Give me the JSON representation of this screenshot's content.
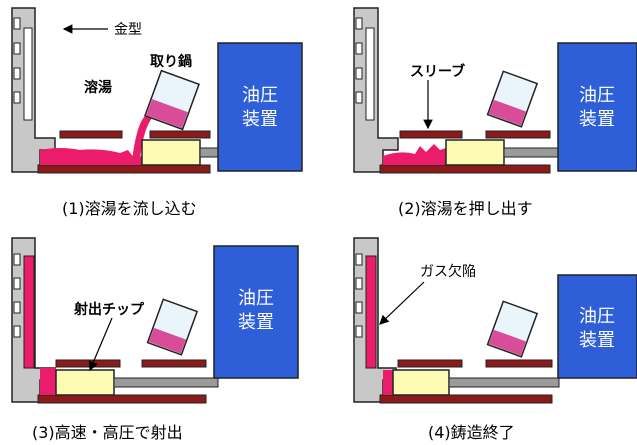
{
  "panels": [
    {
      "caption": "(1)溶湯を流し込む",
      "hydraulic": [
        "油圧",
        "装置"
      ],
      "labels": {
        "mold": "金型",
        "ladle": "取り鍋",
        "melt": "溶湯"
      }
    },
    {
      "caption": "(2)溶湯を押し出す",
      "hydraulic": [
        "油圧",
        "装置"
      ],
      "labels": {
        "sleeve": "スリーブ"
      }
    },
    {
      "caption": "(3)高速・高圧で射出",
      "hydraulic": [
        "油圧",
        "装置"
      ],
      "labels": {
        "tip": "射出チップ"
      }
    },
    {
      "caption": "(4)鋳造終了",
      "hydraulic": [
        "油圧",
        "装置"
      ],
      "labels": {
        "gas": "ガス欠陥"
      }
    }
  ],
  "colors": {
    "mold": "#c8c8c8",
    "sleeve": "#8b1a1a",
    "melt": "#ec1c6c",
    "plunger": "#fbfbb4",
    "rod": "#9a9a9a",
    "hydraulic": "#2e5fd8",
    "ladle_fill": "#e9f4fb",
    "ladle_liquid": "#d94c9a"
  }
}
